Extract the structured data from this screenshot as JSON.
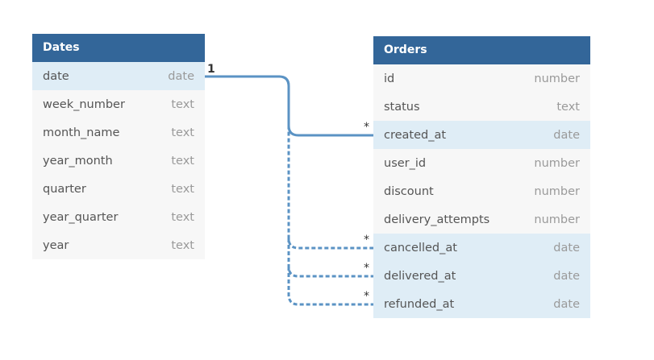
{
  "dates_table": {
    "title": "Dates",
    "columns": [
      {
        "name": "date",
        "type": "date"
      },
      {
        "name": "week_number",
        "type": "text"
      },
      {
        "name": "month_name",
        "type": "text"
      },
      {
        "name": "year_month",
        "type": "text"
      },
      {
        "name": "quarter",
        "type": "text"
      },
      {
        "name": "year_quarter",
        "type": "text"
      },
      {
        "name": "year",
        "type": "text"
      }
    ]
  },
  "orders_table": {
    "title": "Orders",
    "columns": [
      {
        "name": "id",
        "type": "number"
      },
      {
        "name": "status",
        "type": "text"
      },
      {
        "name": "created_at",
        "type": "date"
      },
      {
        "name": "user_id",
        "type": "number"
      },
      {
        "name": "discount",
        "type": "number"
      },
      {
        "name": "delivery_attempts",
        "type": "number"
      },
      {
        "name": "cancelled_at",
        "type": "date"
      },
      {
        "name": "delivered_at",
        "type": "date"
      },
      {
        "name": "refunded_at",
        "type": "date"
      }
    ]
  },
  "relationships": {
    "one_label": "1",
    "many_label": "*",
    "links": [
      {
        "from": "date",
        "to": "created_at",
        "style": "solid"
      },
      {
        "from": "date",
        "to": "cancelled_at",
        "style": "dashed"
      },
      {
        "from": "date",
        "to": "delivered_at",
        "style": "dashed"
      },
      {
        "from": "date",
        "to": "refunded_at",
        "style": "dashed"
      }
    ]
  },
  "colors": {
    "header": "#336699",
    "connector": "#5b93c4",
    "highlight_row": "#dfedf6"
  }
}
